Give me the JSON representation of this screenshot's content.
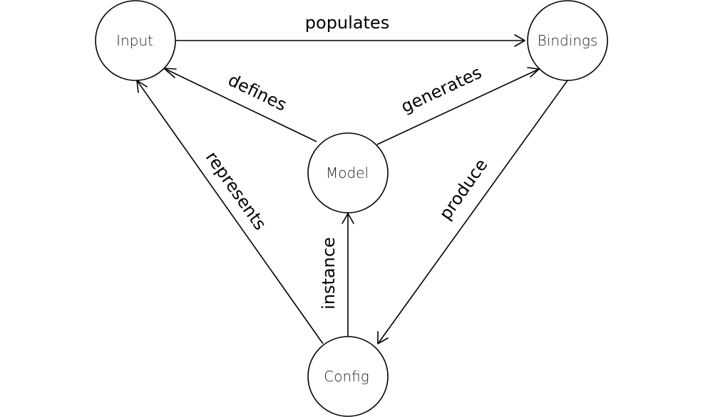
{
  "nodes": {
    "input": "Input",
    "bindings": "Bindings",
    "model": "Model",
    "config": "Config"
  },
  "edges": {
    "populates": "populates",
    "defines": "defines",
    "generates": "generates",
    "represents": "represents",
    "produce": "produce",
    "instance": "instance"
  }
}
